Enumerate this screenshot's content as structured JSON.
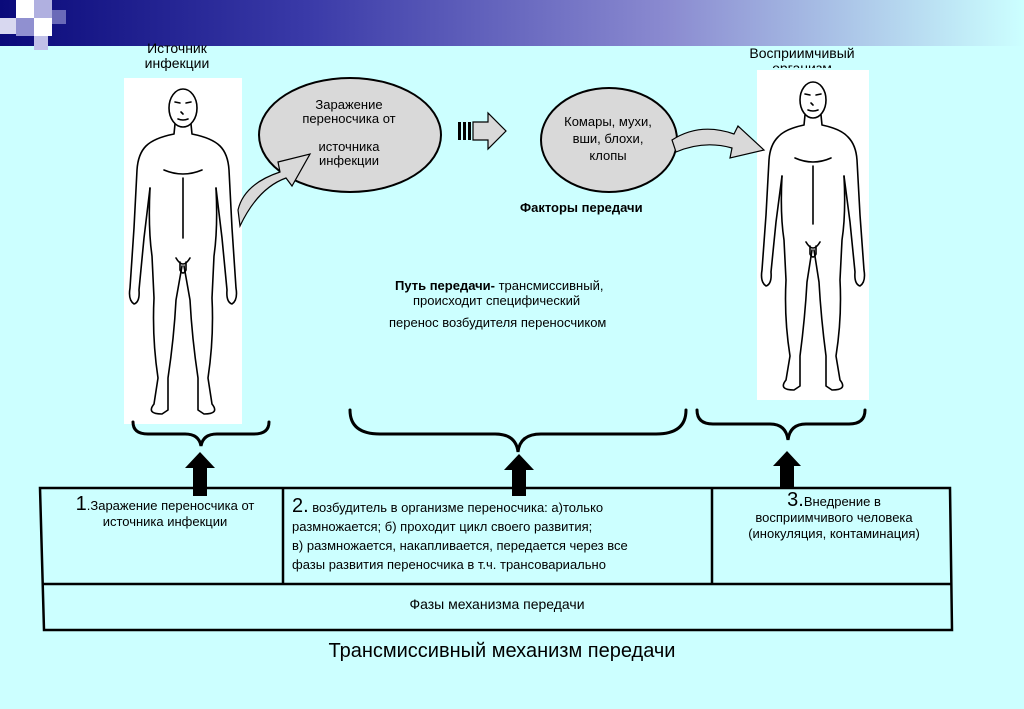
{
  "labels": {
    "source": "Источник\nинфекции",
    "recipient": "Восприимчивый\nорганизм",
    "ellipse1": "Заражение\nпереносчика от\n\nисточника\nинфекции",
    "ellipse2": "Комары, мухи,\nвши, блохи,\nклопы",
    "factors": "Факторы передачи",
    "path_bold": "Путь передачи-",
    "path_rest": " трансмиссивный,",
    "path_line2": "происходит специфический",
    "path_line3": "перенос возбудителя переносчиком"
  },
  "table": {
    "col1_num": "1",
    "col1_text": ".Заражение переносчика от\nисточника инфекции",
    "col2_num": "2.",
    "col2_text": " возбудитель в организме переносчика: а)только\nразмножается; б) проходит цикл  своего развития;\nв) размножается, накапливается, передается через все\nфазы развития переносчика в т.ч.  трансовариально",
    "col3_num": "3.",
    "col3_text": "Внедрение в\nвосприимчивого человека\n(инокуляция, контаминация)",
    "footer": "Фазы механизма передачи"
  },
  "title": "Трансмиссивный механизм передачи",
  "colors": {
    "background": "#ccffff",
    "ellipse_fill": "#d9d9d9",
    "arrow_fill": "#d9d9d9"
  }
}
